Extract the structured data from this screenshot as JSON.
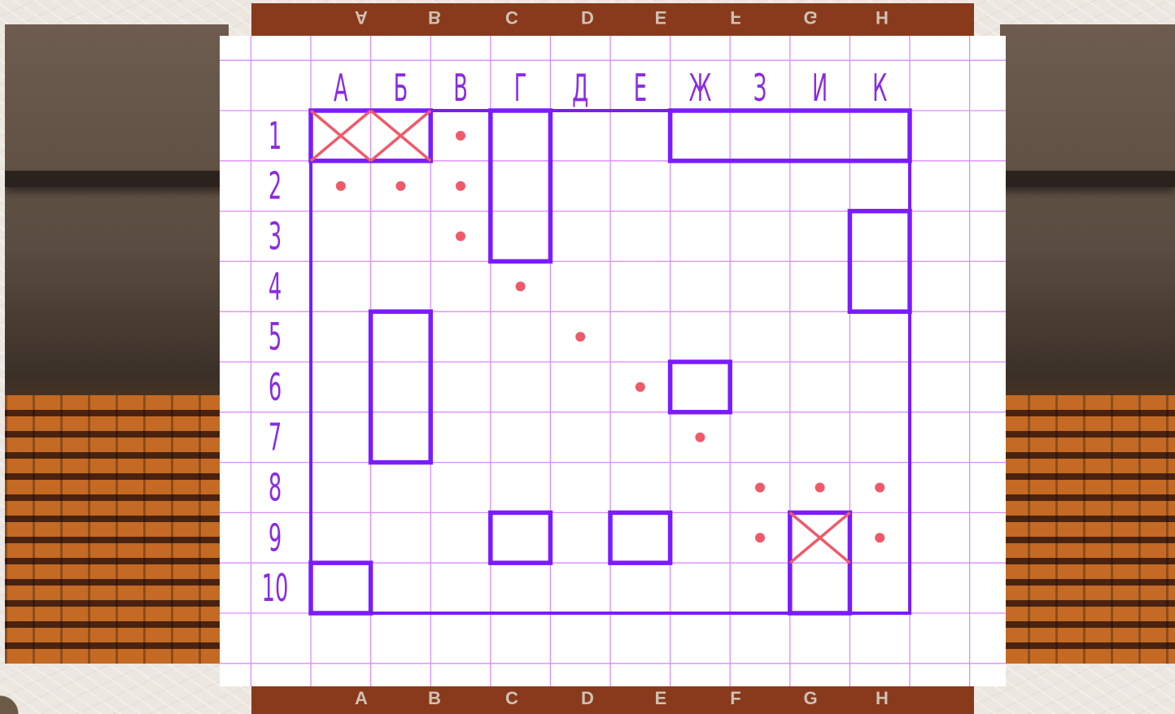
{
  "columns": [
    "А",
    "Б",
    "В",
    "Г",
    "Д",
    "Е",
    "Ж",
    "З",
    "И",
    "К"
  ],
  "rows": [
    "1",
    "2",
    "3",
    "4",
    "5",
    "6",
    "7",
    "8",
    "9",
    "10"
  ],
  "frame_letters": [
    "A",
    "B",
    "C",
    "D",
    "E",
    "F",
    "G",
    "H"
  ],
  "colors": {
    "grid": "#d98cff",
    "ship": "#7a1cff",
    "label": "#8a2be2",
    "hit": "#ef5a6a",
    "miss": "#ef5a6a",
    "frame": "#7a2f16"
  },
  "game": {
    "ships": [
      {
        "col_from": "А",
        "row_from": "1",
        "col_to": "Б",
        "row_to": "1"
      },
      {
        "col_from": "Г",
        "row_from": "1",
        "col_to": "Г",
        "row_to": "3"
      },
      {
        "col_from": "Ж",
        "row_from": "1",
        "col_to": "К",
        "row_to": "1"
      },
      {
        "col_from": "К",
        "row_from": "3",
        "col_to": "К",
        "row_to": "4"
      },
      {
        "col_from": "Б",
        "row_from": "5",
        "col_to": "Б",
        "row_to": "7"
      },
      {
        "col_from": "Ж",
        "row_from": "6",
        "col_to": "Ж",
        "row_to": "6"
      },
      {
        "col_from": "Г",
        "row_from": "9",
        "col_to": "Г",
        "row_to": "9"
      },
      {
        "col_from": "Е",
        "row_from": "9",
        "col_to": "Е",
        "row_to": "9"
      },
      {
        "col_from": "И",
        "row_from": "9",
        "col_to": "И",
        "row_to": "10"
      },
      {
        "col_from": "А",
        "row_from": "10",
        "col_to": "А",
        "row_to": "10"
      }
    ],
    "hits": [
      {
        "col": "А",
        "row": "1"
      },
      {
        "col": "Б",
        "row": "1"
      },
      {
        "col": "И",
        "row": "9"
      }
    ],
    "misses": [
      {
        "col": "В",
        "row": "1"
      },
      {
        "col": "А",
        "row": "2"
      },
      {
        "col": "Б",
        "row": "2"
      },
      {
        "col": "В",
        "row": "2"
      },
      {
        "col": "В",
        "row": "3"
      },
      {
        "col": "Г",
        "row": "4"
      },
      {
        "col": "Д",
        "row": "5"
      },
      {
        "col": "Е",
        "row": "6"
      },
      {
        "col": "Ж",
        "row": "7"
      },
      {
        "col": "З",
        "row": "8"
      },
      {
        "col": "И",
        "row": "8"
      },
      {
        "col": "К",
        "row": "8"
      },
      {
        "col": "З",
        "row": "9"
      },
      {
        "col": "К",
        "row": "9"
      }
    ]
  }
}
